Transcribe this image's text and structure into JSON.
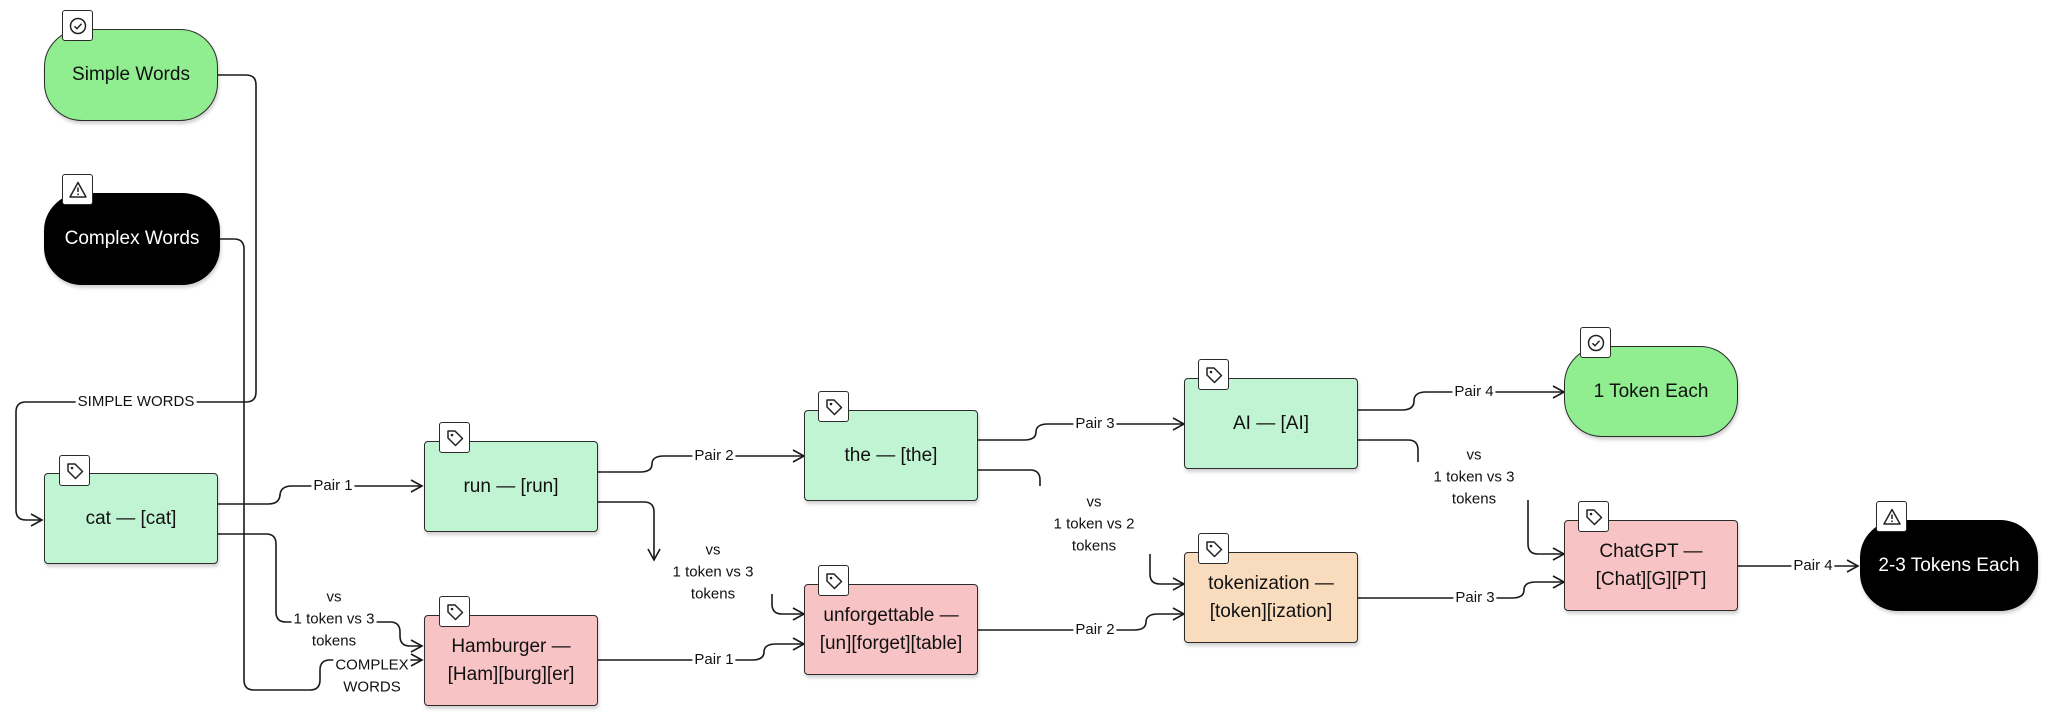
{
  "colors": {
    "green_pill": "#90ee90",
    "green_box": "#c1f4d2",
    "red_box": "#f8c3c4",
    "orange_box": "#f9dbbd",
    "dark": "#000000",
    "stroke": "#2b2b2b"
  },
  "nodes": {
    "simple_words": {
      "label": "Simple Words",
      "icon": "check-circle-icon"
    },
    "complex_words": {
      "label": "Complex Words",
      "icon": "warning-triangle-icon"
    },
    "cat": {
      "label": "cat — [cat]",
      "icon": "tag-icon"
    },
    "run": {
      "label": "run — [run]",
      "icon": "tag-icon"
    },
    "the": {
      "label": "the — [the]",
      "icon": "tag-icon"
    },
    "ai": {
      "label": "AI — [AI]",
      "icon": "tag-icon"
    },
    "hamburger": {
      "label": "Hamburger —\n[Ham][burg][er]",
      "icon": "tag-icon"
    },
    "unforgettable": {
      "label": "unforgettable —\n[un][forget][table]",
      "icon": "tag-icon"
    },
    "tokenization": {
      "label": "tokenization —\n[token][ization]",
      "icon": "tag-icon"
    },
    "chatgpt": {
      "label": "ChatGPT —\n[Chat][G][PT]",
      "icon": "tag-icon"
    },
    "one_token": {
      "label": "1 Token Each",
      "icon": "check-circle-icon"
    },
    "multi_token": {
      "label": "2-3 Tokens Each",
      "icon": "warning-triangle-icon"
    }
  },
  "edge_labels": {
    "simple_words": "SIMPLE WORDS",
    "complex_words": "COMPLEX\nWORDS",
    "pair1_top": "Pair 1",
    "pair1_bottom": "Pair 1",
    "pair2_top": "Pair 2",
    "pair2_bottom": "Pair 2",
    "pair3_top": "Pair 3",
    "pair3_bottom": "Pair 3",
    "pair4_top": "Pair 4",
    "pair4_bottom": "Pair 4",
    "vs_cat": "vs\n1 token vs 3\ntokens",
    "vs_run": "vs\n1 token vs 3\ntokens",
    "vs_the": "vs\n1 token vs 2\ntokens",
    "vs_ai": "vs\n1 token vs 3\ntokens"
  }
}
